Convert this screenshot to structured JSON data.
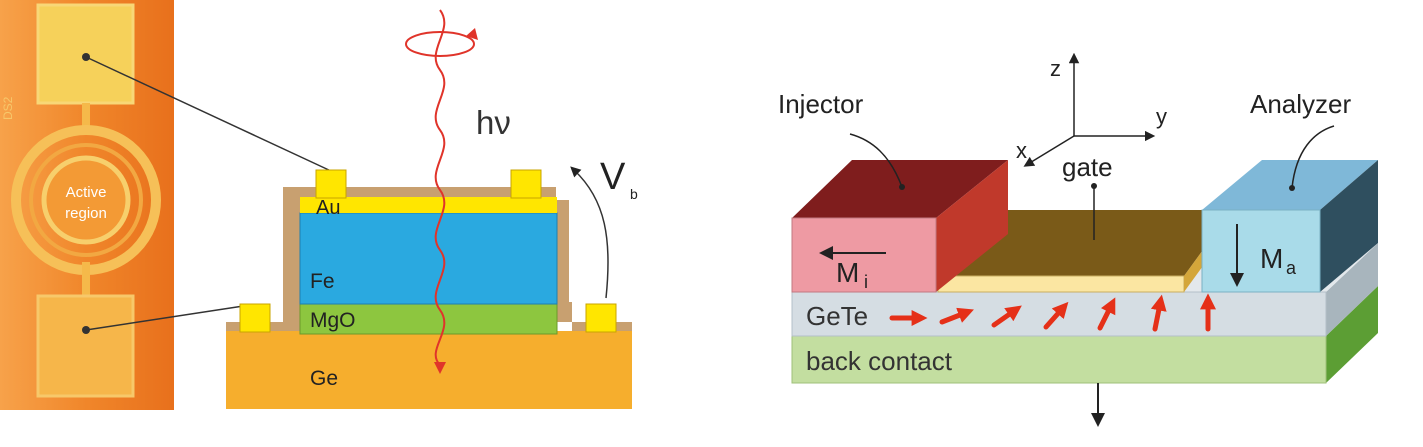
{
  "left_panel": {
    "chip_label": "Active region",
    "chip_label_line1": "Active",
    "chip_label_line2": "region",
    "chip_side_text": "DS2",
    "photon_label": "hν",
    "bias_label": "V",
    "bias_subscript": "b",
    "layers": {
      "au": "Au",
      "fe": "Fe",
      "mgo": "MgO",
      "ge": "Ge"
    },
    "colors": {
      "chip_orange": "#f28c2c",
      "pad_yellow": "#f9e06a",
      "substrate_ge": "#f6ae2d",
      "fe_blue": "#2aa9e0",
      "mgo_green": "#8dc63f",
      "au_yellow": "#ffe600",
      "passivation_tan": "#c8a070",
      "photon_red": "#e0342a"
    }
  },
  "right_panel": {
    "axes": {
      "x": "x",
      "y": "y",
      "z": "z"
    },
    "injector_label": "Injector",
    "analyzer_label": "Analyzer",
    "gate_label": "gate",
    "injector_magnetization": "M",
    "injector_magnetization_sub": "i",
    "analyzer_magnetization": "M",
    "analyzer_magnetization_sub": "a",
    "channel_label": "GeTe",
    "back_contact_label": "back contact",
    "colors": {
      "injector_front": "#ee9aa3",
      "injector_top": "#7f1d1d",
      "injector_side": "#c0392b",
      "analyzer_front": "#a9dbe9",
      "analyzer_top": "#7fb8d8",
      "analyzer_side": "#2f4f5f",
      "gate_top": "#7a5a18",
      "gate_front": "#fbe6a2",
      "channel": "#d5dde3",
      "back_contact": "#c3dea0",
      "back_contact_side": "#5c9e34",
      "spin_arrow": "#e53018"
    }
  }
}
